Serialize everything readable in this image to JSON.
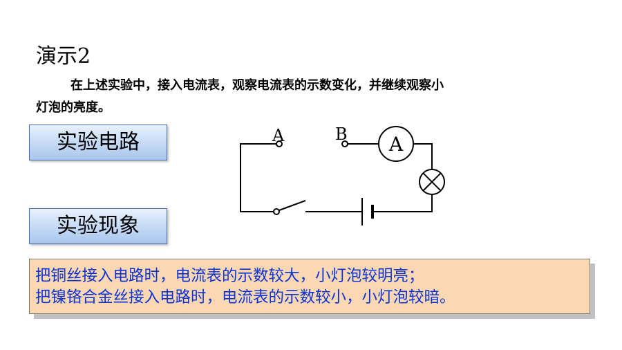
{
  "slide": {
    "title": "演示2",
    "intro_line1": "在上述实验中，接入电流表，观察电流表的示数变化，并继续观察小",
    "intro_line2": "灯泡的亮度。",
    "circuit_label": "实验电路",
    "phenomenon_label": "实验现象",
    "result_line1": "把铜丝接入电路时，电流表的示数较大，小灯泡较明亮；",
    "result_line2": "把镍铬合金丝接入电路时，电流表的示数较小，小灯泡较暗。"
  },
  "circuit": {
    "terminal_a": "A",
    "terminal_b": "B",
    "ammeter_symbol": "A"
  },
  "colors": {
    "result_text": "#0b34d6",
    "result_background": "#fbd7b2",
    "label_gradient_top": "#e9f2fd",
    "label_gradient_bottom": "#a9c6ec"
  }
}
